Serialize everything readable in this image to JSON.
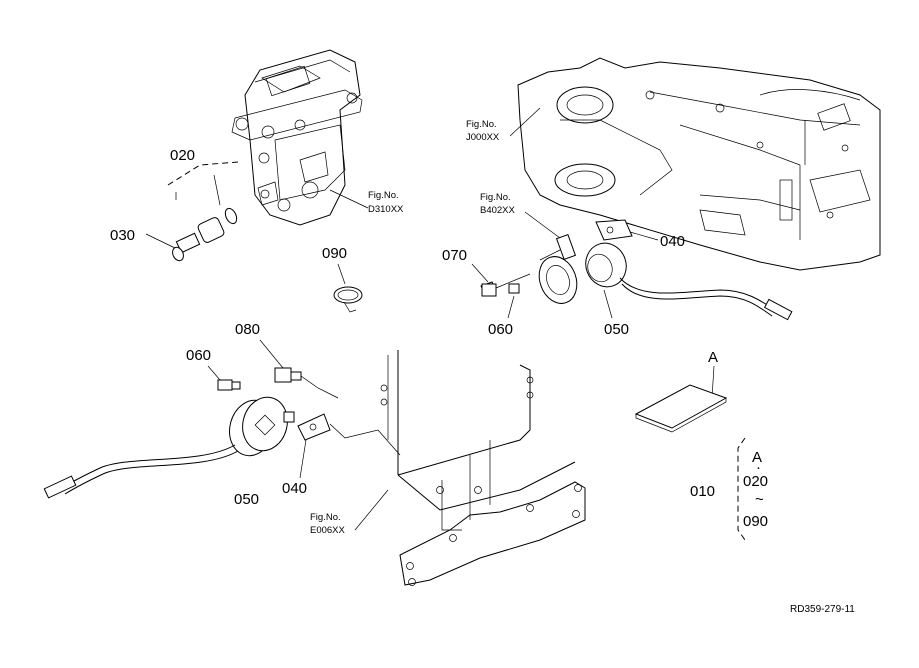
{
  "callouts": {
    "c020": "020",
    "c030": "030",
    "c090": "090",
    "c070": "070",
    "c040_right": "040",
    "c060_right": "060",
    "c050_right": "050",
    "c080": "080",
    "c060_left": "060",
    "c050_left": "050",
    "c040_left": "040",
    "c010": "010",
    "cA_pouch": "A"
  },
  "figure_refs": {
    "d310_label": "Fig.No.",
    "d310_code": "D310XX",
    "j000_label": "Fig.No.",
    "j000_code": "J000XX",
    "b402_label": "Fig.No.",
    "b402_code": "B402XX",
    "e006_label": "Fig.No.",
    "e006_code": "E006XX"
  },
  "kit_group": {
    "item_a": "A",
    "dot": "·",
    "item_020": "020",
    "tilde": "~",
    "item_090": "090"
  },
  "drawing_code": "RD359-279-11"
}
